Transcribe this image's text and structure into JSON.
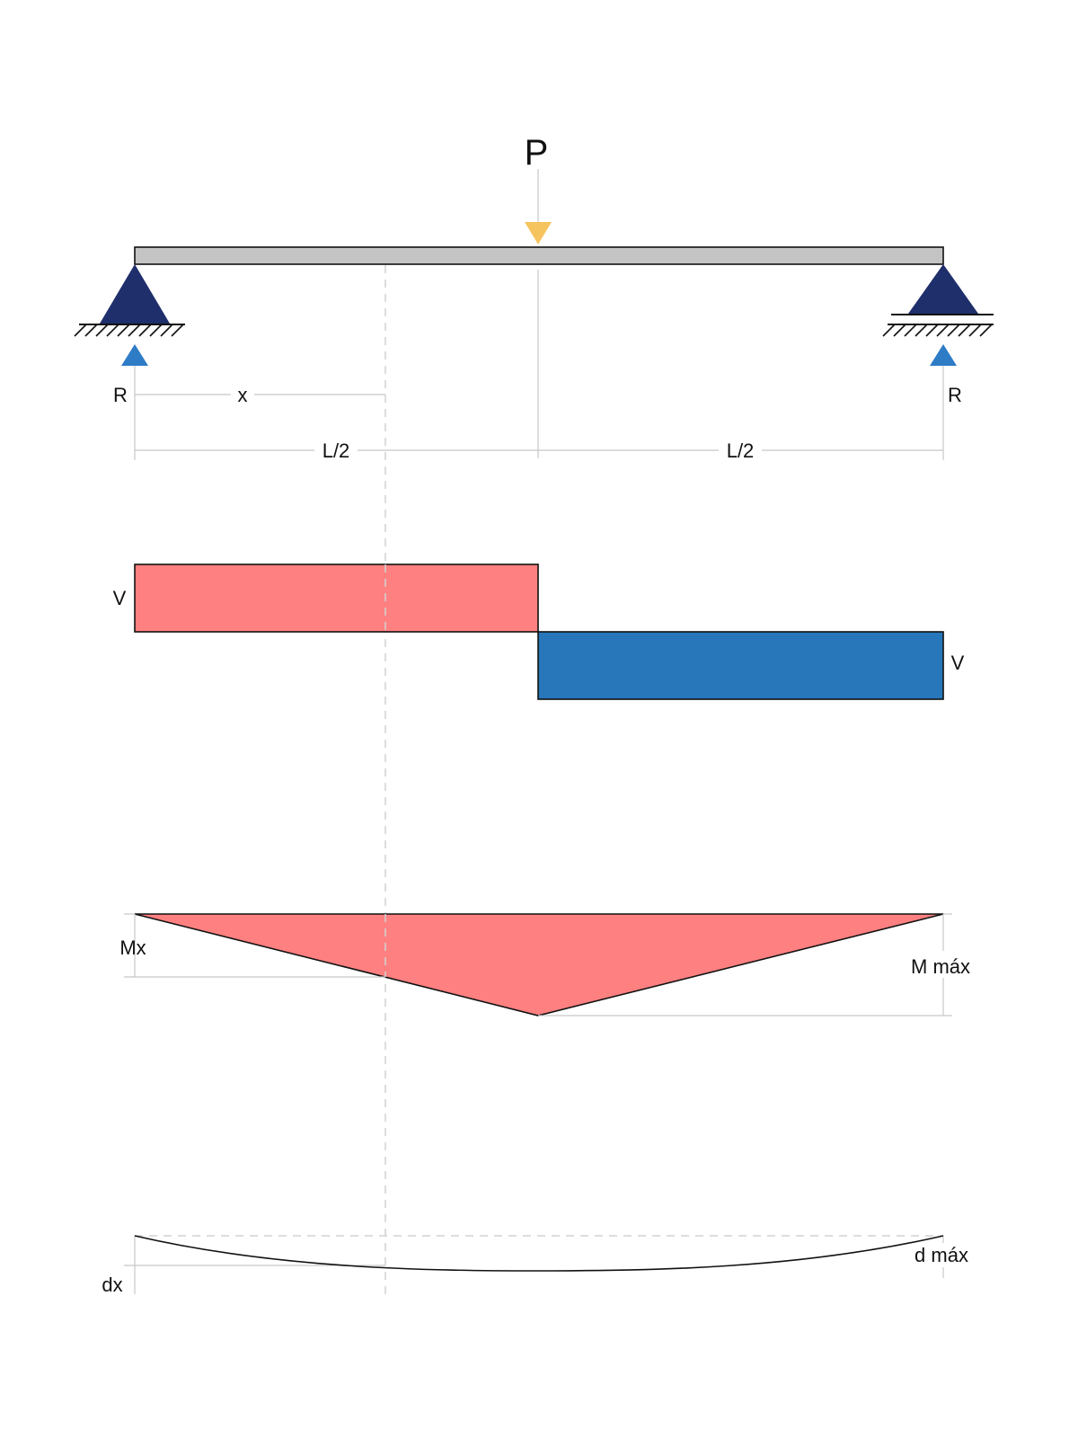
{
  "labels": {
    "load": "P",
    "reaction_left": "R",
    "reaction_right": "R",
    "position": "x",
    "half_span_left": "L/2",
    "half_span_right": "L/2",
    "shear_left": "V",
    "shear_right": "V",
    "moment_at_x": "Mx",
    "moment_max": "M máx",
    "deflection_at_x": "dx",
    "deflection_max": "d máx"
  },
  "colors": {
    "beam": "#c4c4c4",
    "support": "#1f2f6b",
    "reaction_arrow": "#2e7cc6",
    "load_arrow": "#f6c45e",
    "shear_positive": "#ff8080",
    "shear_negative": "#2777ba",
    "moment": "#ff8080"
  }
}
